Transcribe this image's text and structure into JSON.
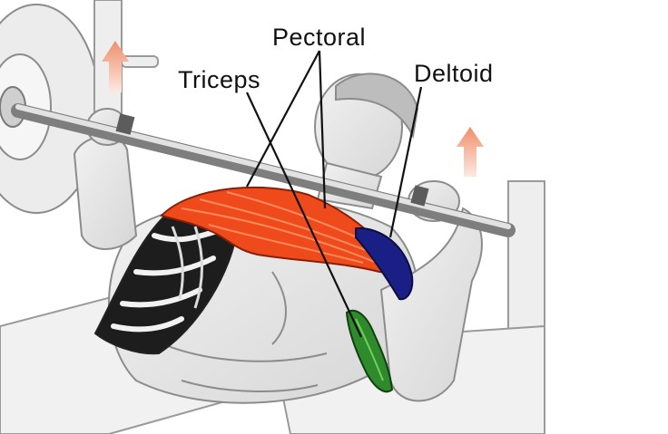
{
  "labels": {
    "pectoral": "Pectoral",
    "triceps": "Triceps",
    "deltoid": "Deltoid"
  },
  "colors": {
    "pectoral": "#ef4a1c",
    "deltoid": "#1a1f86",
    "triceps": "#2e8a2a",
    "arrow": "#f2a587",
    "sketch": "#9a9a9a"
  }
}
